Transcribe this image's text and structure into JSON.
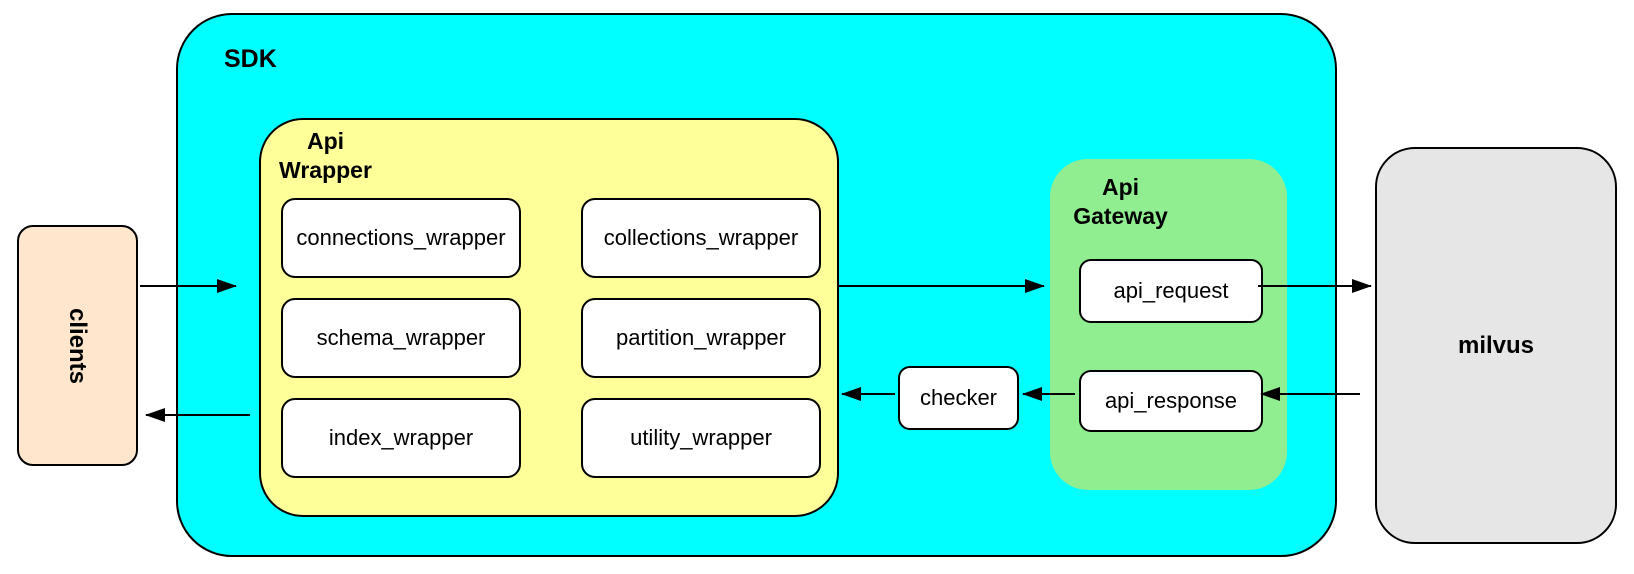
{
  "diagram": {
    "nodes": {
      "clients": "clients",
      "sdk": "SDK",
      "api_wrapper": "Api Wrapper",
      "api_gateway": "Api Gateway",
      "checker": "checker",
      "milvus": "milvus",
      "api_request": "api_request",
      "api_response": "api_response"
    },
    "wrapper_modules": [
      "connections_wrapper",
      "collections_wrapper",
      "schema_wrapper",
      "partition_wrapper",
      "index_wrapper",
      "utility_wrapper"
    ],
    "arrows": [
      "clients-to-sdk",
      "sdk-to-clients",
      "api-wrapper-to-api-gateway",
      "api-request-to-milvus",
      "milvus-to-api-response",
      "api-response-to-checker",
      "checker-to-api-wrapper"
    ],
    "colors": {
      "sdk_fill": "#00FFFF",
      "api_wrapper_fill": "#FFFF99",
      "api_gateway_fill": "#90EE90",
      "clients_fill": "#FFE6CC",
      "milvus_fill": "#E6E6E6",
      "node_fill": "#FFFFFF",
      "border": "#000000",
      "arrow": "#000000"
    }
  }
}
